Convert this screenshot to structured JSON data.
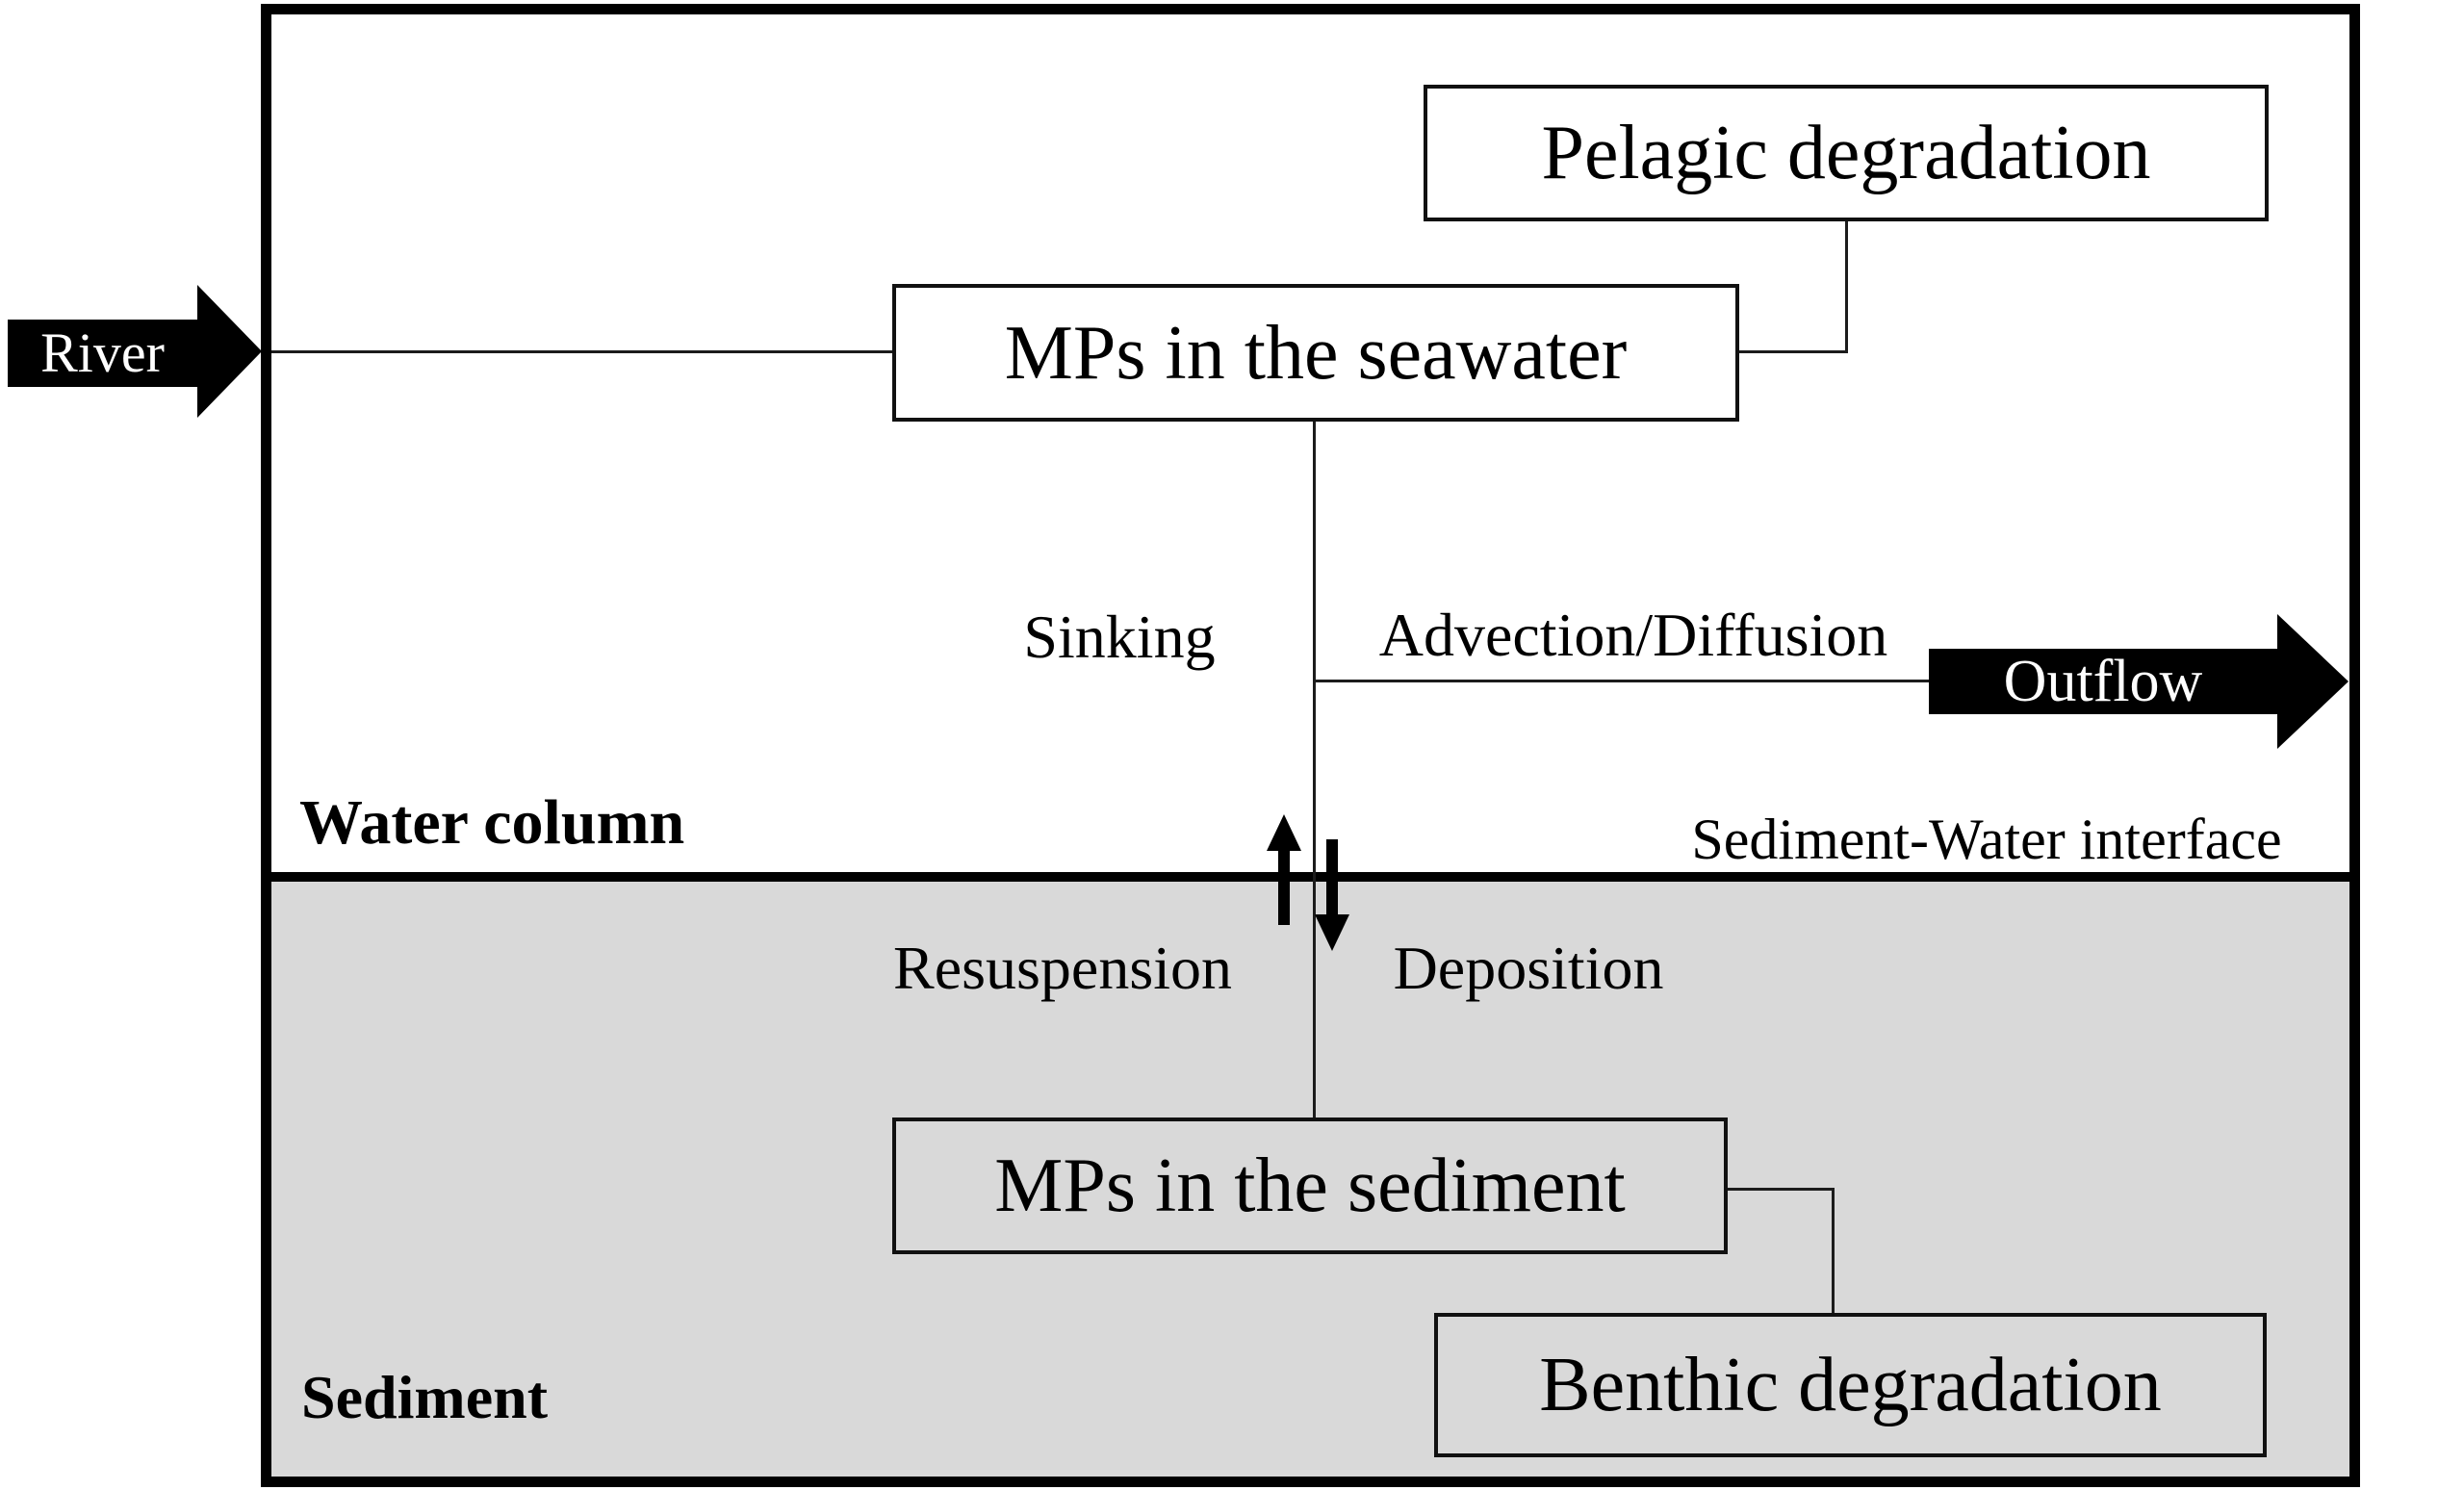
{
  "regions": {
    "water_column": {
      "label": "Water column"
    },
    "sediment": {
      "label": "Sediment"
    },
    "interface": {
      "label": "Sediment-Water interface"
    }
  },
  "nodes": {
    "pelagic_degradation": {
      "label": "Pelagic degradation"
    },
    "mps_seawater": {
      "label": "MPs in the seawater"
    },
    "mps_sediment": {
      "label": "MPs in the sediment"
    },
    "benthic_degradation": {
      "label": "Benthic degradation"
    }
  },
  "flows": {
    "river": {
      "label": "River"
    },
    "outflow": {
      "label": "Outflow"
    },
    "sinking": {
      "label": "Sinking"
    },
    "advection_diffusion": {
      "label": "Advection/Diffusion"
    },
    "resuspension": {
      "label": "Resuspension"
    },
    "deposition": {
      "label": "Deposition"
    }
  },
  "colors": {
    "ink": "#000000",
    "water_fill": "#ffffff",
    "sediment_fill": "#d9d9d9",
    "arrow_fill": "#000000",
    "arrow_text": "#ffffff"
  }
}
